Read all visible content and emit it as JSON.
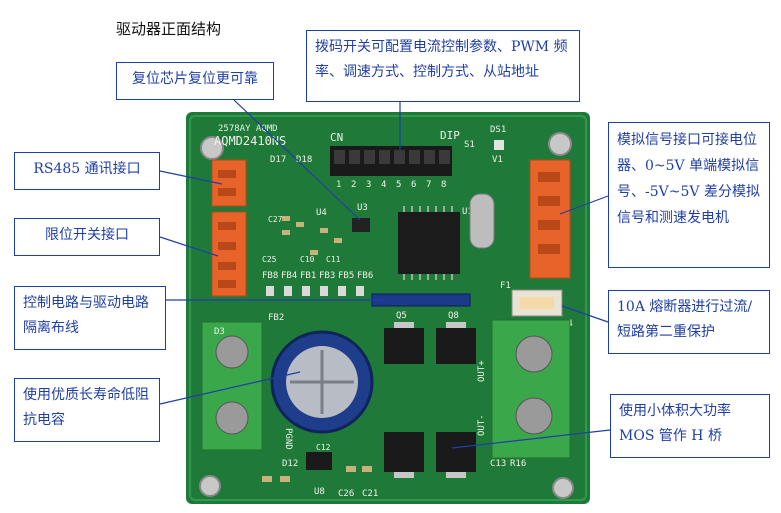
{
  "page": {
    "title": "驱动器正面结构"
  },
  "callouts": {
    "dip_switch": "拨码开关可配置电流控制参数、PWM 频率、调速方式、控制方式、从站地址",
    "reset_chip": "复位芯片复位更可靠",
    "rs485": "RS485 通讯接口",
    "limit_switch": "限位开关接口",
    "isolation": "控制电路与驱动电路隔离布线",
    "capacitor": "使用优质长寿命低阻抗电容",
    "analog": "模拟信号接口可接电位器、0~5V 单端模拟信号、-5V~5V 差分模拟信号和测速发电机",
    "fuse": "10A 熔断器进行过流/短路第二重保护",
    "mosfet": "使用小体积大功率 MOS 管作 H 桥"
  },
  "board": {
    "model": "AQMD2410NS",
    "silk": {
      "dip_label": "DIP",
      "dip_numbers": [
        "1",
        "2",
        "3",
        "4",
        "5",
        "6",
        "7",
        "8"
      ],
      "s1": "S1",
      "ds1": "DS1",
      "v1": "V1",
      "u3": "U3",
      "u4": "U4",
      "u1": "U1",
      "fb8": "FB8",
      "fb4": "FB4",
      "fb1": "FB1",
      "fb3": "FB3",
      "fb5": "FB5",
      "fb6": "FB6",
      "fb2": "FB2",
      "q5": "Q5",
      "q8": "Q8",
      "f1": "F1",
      "d4": "D4",
      "d3": "D3",
      "d12": "D12",
      "u8": "U8",
      "c26": "C26",
      "c21": "C21",
      "c12": "C12",
      "c13": "C13",
      "r16": "R16",
      "c11": "C11",
      "c10": "C10",
      "c27": "C27",
      "c25": "C25",
      "d17": "D17",
      "d18": "D18",
      "cn": "CN",
      "out_plus": "OUT+",
      "out_minus": "OUT-",
      "pgnd": "PGND",
      "top_code": "2578AY AQMD"
    }
  }
}
